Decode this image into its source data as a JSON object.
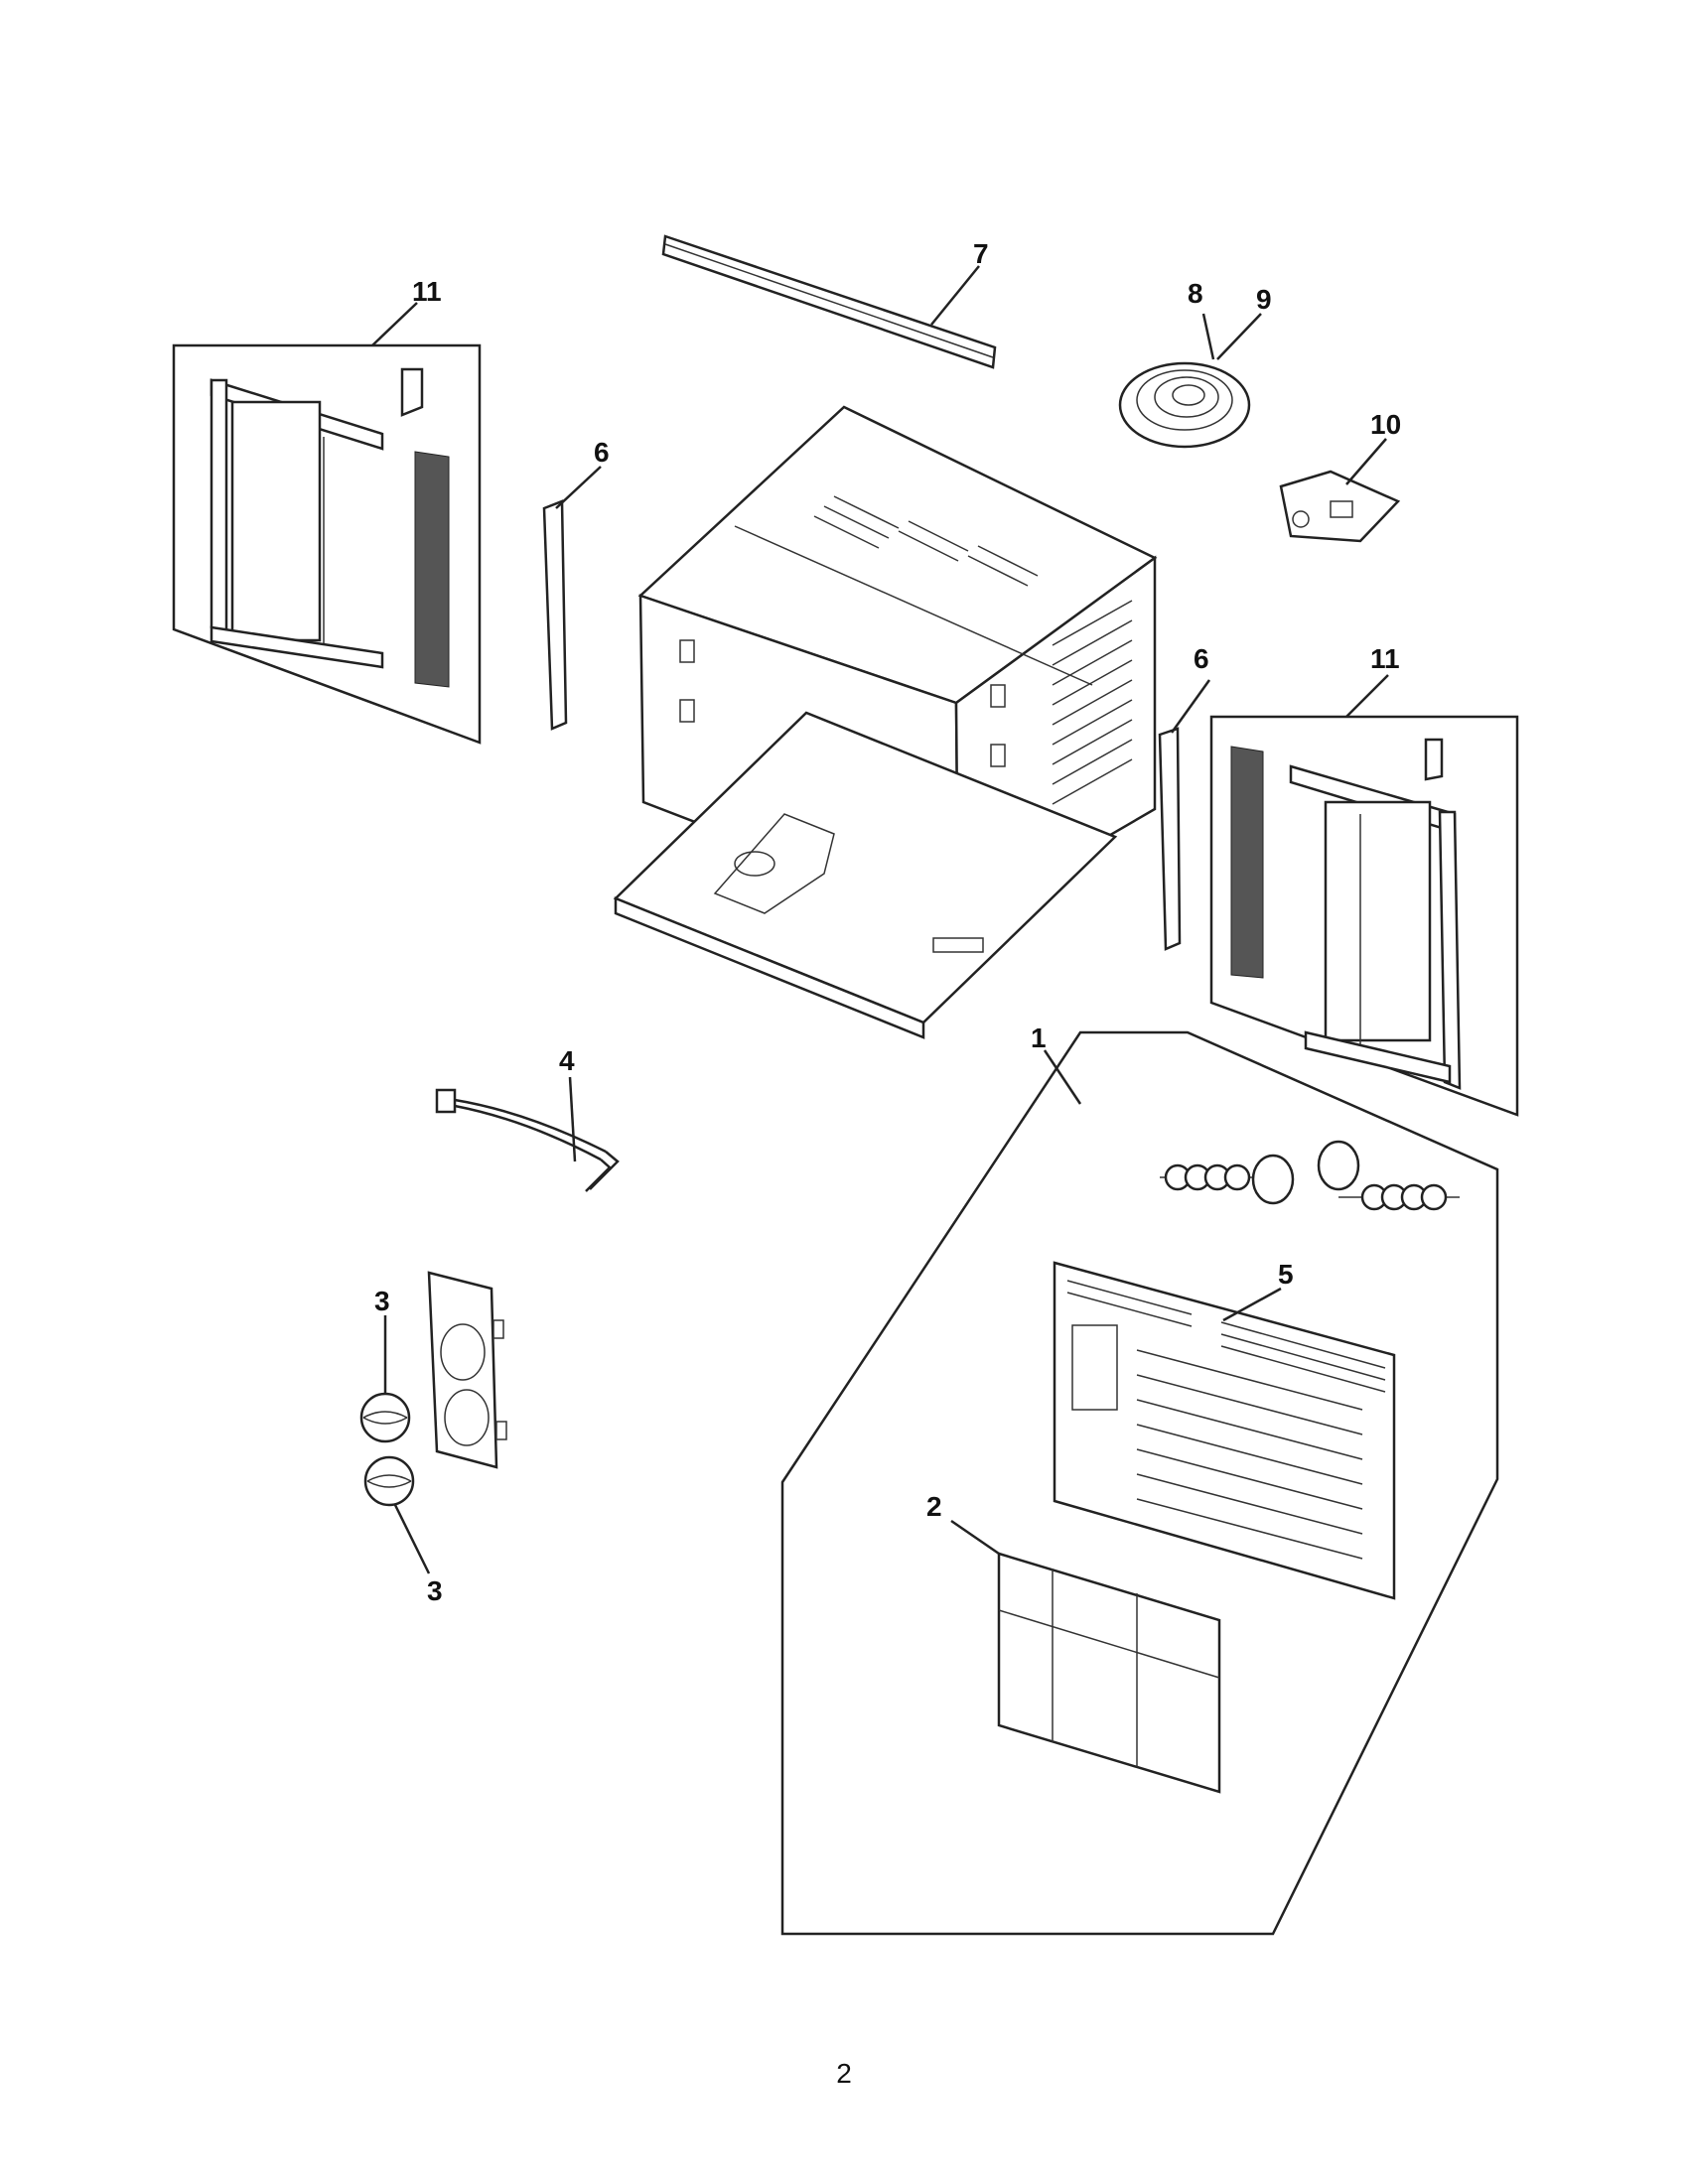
{
  "callouts": {
    "c1": "1",
    "c2": "2",
    "c3a": "3",
    "c3b": "3",
    "c4": "4",
    "c5": "5",
    "c6a": "6",
    "c6b": "6",
    "c7": "7",
    "c8": "8",
    "c9": "9",
    "c10": "10",
    "c11a": "11",
    "c11b": "11"
  },
  "page_number": "2"
}
